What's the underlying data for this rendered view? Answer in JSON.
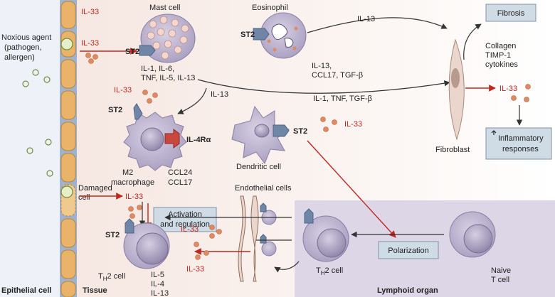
{
  "labels": {
    "il33": "IL-33",
    "st2": "ST2",
    "noxious_agent": [
      "Noxious agent",
      "(pathogen,",
      "allergen)"
    ],
    "damaged_cell": [
      "Damaged",
      "cell"
    ],
    "mast_cell": "Mast cell",
    "mast_cytokines": [
      "IL-1, IL-6,",
      "TNF, IL-5, IL-13"
    ],
    "eosinophil": "Eosinophil",
    "eos_products": [
      "IL-13,",
      "CCL17, TGF-β"
    ],
    "il13": "IL-13",
    "il1_tnf_tgf": "IL-1, TNF, TGF-β",
    "fibrosis": "Fibrosis",
    "fibroblast_products": [
      "Collagen",
      "TIMP-1",
      "cytokines"
    ],
    "fibroblast": "Fibroblast",
    "inflammatory_responses": [
      "Inflammatory",
      "responses"
    ],
    "il4ra": "IL-4Rα",
    "m2_macrophage": [
      "M2",
      "macrophage"
    ],
    "macrophage_chemokines": [
      "CCL24",
      "CCL17"
    ],
    "dendritic_cell": "Dendritic cell",
    "activation": [
      "Activation",
      "and regulation"
    ],
    "endothelial": "Endothelial cells",
    "th2_main": "H",
    "th2_prefix": "T",
    "th2_suffix": "2 cell",
    "th2_cytokines": [
      "IL-5",
      "IL-4",
      "IL-13"
    ],
    "polarization": "Polarization",
    "naive_tcell": [
      "Naive",
      "T cell"
    ],
    "epithelial_cell": "Epithelial cell",
    "tissue": "Tissue",
    "lymphoid_organ": "Lymphoid organ"
  },
  "colors": {
    "epithelial_band": "#9fb2cf",
    "epithelial_cell": "#e9b46a",
    "cell_body": "#b7aec9",
    "cell_nucleus": "#9a8fb2",
    "receptor": "#6f86a6",
    "il33_dot": "#e08a62",
    "lymphoid_bg": "#ddd6e6",
    "box_bg": "#cfdbe5",
    "red": "#c0271d"
  }
}
